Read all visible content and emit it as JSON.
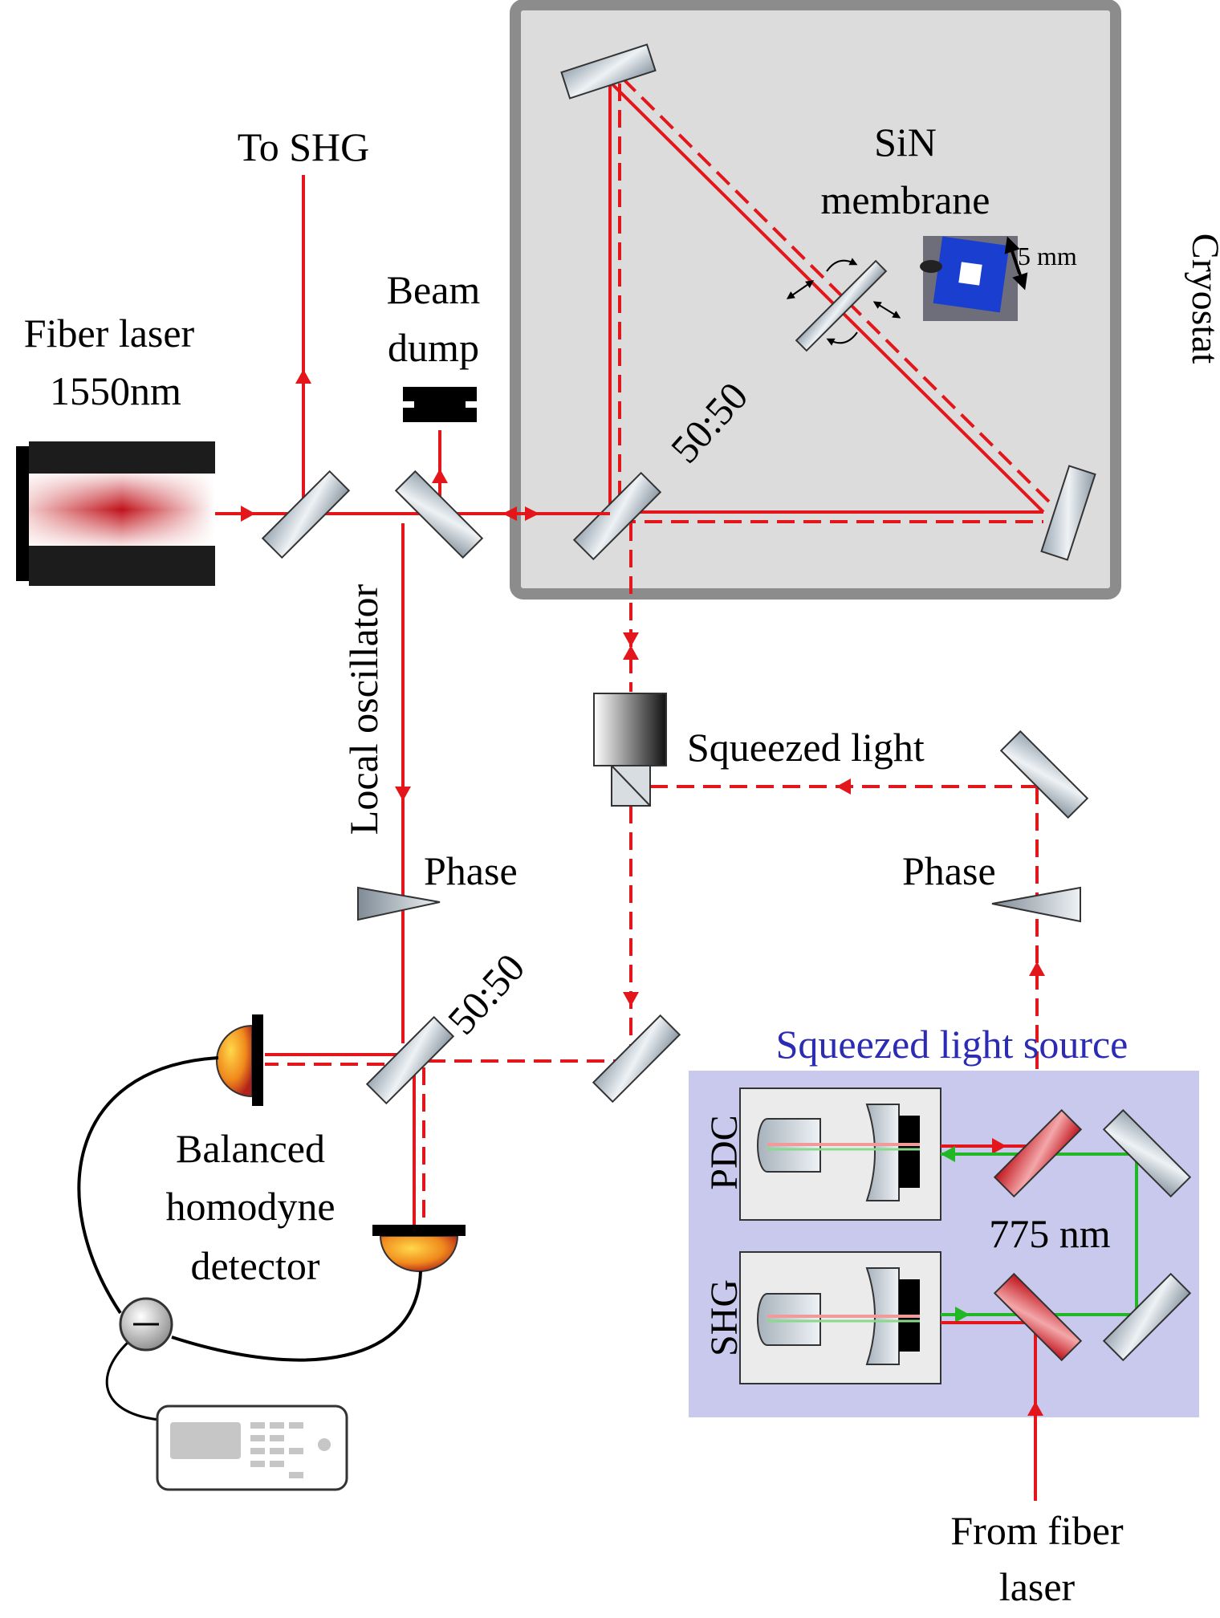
{
  "labels": {
    "fiber_laser": [
      "Fiber laser",
      "1550nm"
    ],
    "to_shg": "To SHG",
    "beam_dump": [
      "Beam",
      "dump"
    ],
    "sin_membrane": [
      "SiN",
      "membrane"
    ],
    "five_mm": "5 mm",
    "cryostat": "Cryostat",
    "bs_top": "50:50",
    "local_oscillator": "Local oscillator",
    "squeezed_light": "Squeezed light",
    "phase_left": "Phase",
    "phase_right": "Phase",
    "bs_bottom": "50:50",
    "squeezed_source": "Squeezed light source",
    "pdc": "PDC",
    "shg": "SHG",
    "wavelength_775": "775 nm",
    "balanced_detector": [
      "Balanced",
      "homodyne",
      "detector"
    ],
    "from_fiber_laser": [
      "From fiber",
      "laser"
    ]
  },
  "colors": {
    "beam_red": "#e3161b",
    "beam_green": "#22b825",
    "cryostat_fill": "#dcdcdc",
    "cryostat_border": "#8c8c8c",
    "source_panel": "#c9c9ee",
    "source_title": "#2b2bb3"
  }
}
